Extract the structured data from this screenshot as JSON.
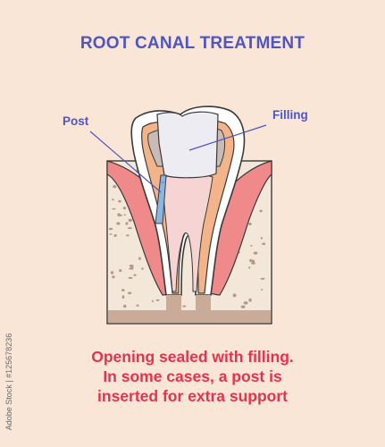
{
  "title": "ROOT CANAL TREATMENT",
  "labels": {
    "post": "Post",
    "filling": "Filling"
  },
  "caption": [
    "Opening sealed with filling.",
    "In some cases, a post is",
    "inserted for extra support"
  ],
  "watermark": "Adobe Stock | #125678236",
  "colors": {
    "background": "#f9e6d6",
    "title": "#4f55c2",
    "caption": "#e8324d",
    "gum": "#f08a8a",
    "bone": "#f3e7d9",
    "bone_dots": "#b49a86",
    "dentin": "#f3b48a",
    "pulp": "#f7d4d4",
    "filling": "#ececf2",
    "post": "#8ab6e2",
    "enamel": "#ffffff",
    "outline": "#3a3a3a"
  }
}
